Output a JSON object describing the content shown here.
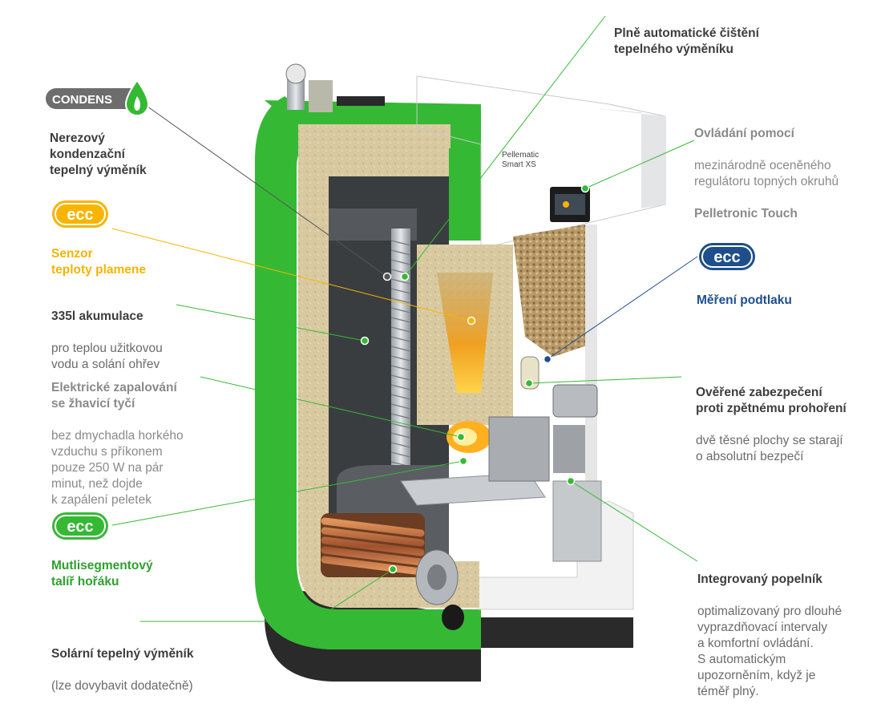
{
  "brand": {
    "condens_logo": "CONDENS",
    "ecc_logo": "ecc",
    "colors": {
      "green": "#35b935",
      "yellow": "#f7b500",
      "blue": "#1e4f8c",
      "grey_text": "#8a8a8a",
      "dark_text": "#3d3d3d"
    }
  },
  "product": {
    "model_line1": "Pellematic",
    "model_line2": "Smart XS"
  },
  "labels": {
    "cleaning": {
      "title": "Plně automatické čištění\ntepelného výměníku"
    },
    "control": {
      "prefix": "Ovládání pomocí",
      "desc": "mezinárodně oceněného\nregulátoru topných okruhů",
      "name": "Pelletronic Touch"
    },
    "condens": {
      "title": "Nerezový\nkondenzační\ntepelný výměník"
    },
    "sensor": {
      "title": "Senzor\nteploty plamene"
    },
    "vacuum": {
      "title": "Měření podtlaku"
    },
    "storage": {
      "title": "335l akumulace",
      "desc": "pro teplou užitkovou\nvodu a solání ohřev"
    },
    "ignition": {
      "title": "Elektrické zapalování\nse žhavicí tyčí",
      "desc": "bez dmychadla horkého\nvzduchu  s příkonem\npouze 250 W na pár\nminut, než dojde\nk zapálení peletek"
    },
    "backfire": {
      "title": "Ověřené zabezpečení\nproti zpětnému prohoření",
      "desc": "dvě těsné plochy se starají\no absolutní bezpečí"
    },
    "plate": {
      "title": "Mutlisegmentový\ntalíř hořáku"
    },
    "ash": {
      "title": "Integrovaný popelník",
      "desc": "optimalizovaný pro dlouhé\nvyprazdňovací intervaly\na komfortní ovládání.\nS automatickým\nupozorněním, když je\ntéměř plný."
    },
    "solar": {
      "title": "Solární tepelný výměník",
      "desc": "(lze dovybavit dodatečně)"
    }
  }
}
